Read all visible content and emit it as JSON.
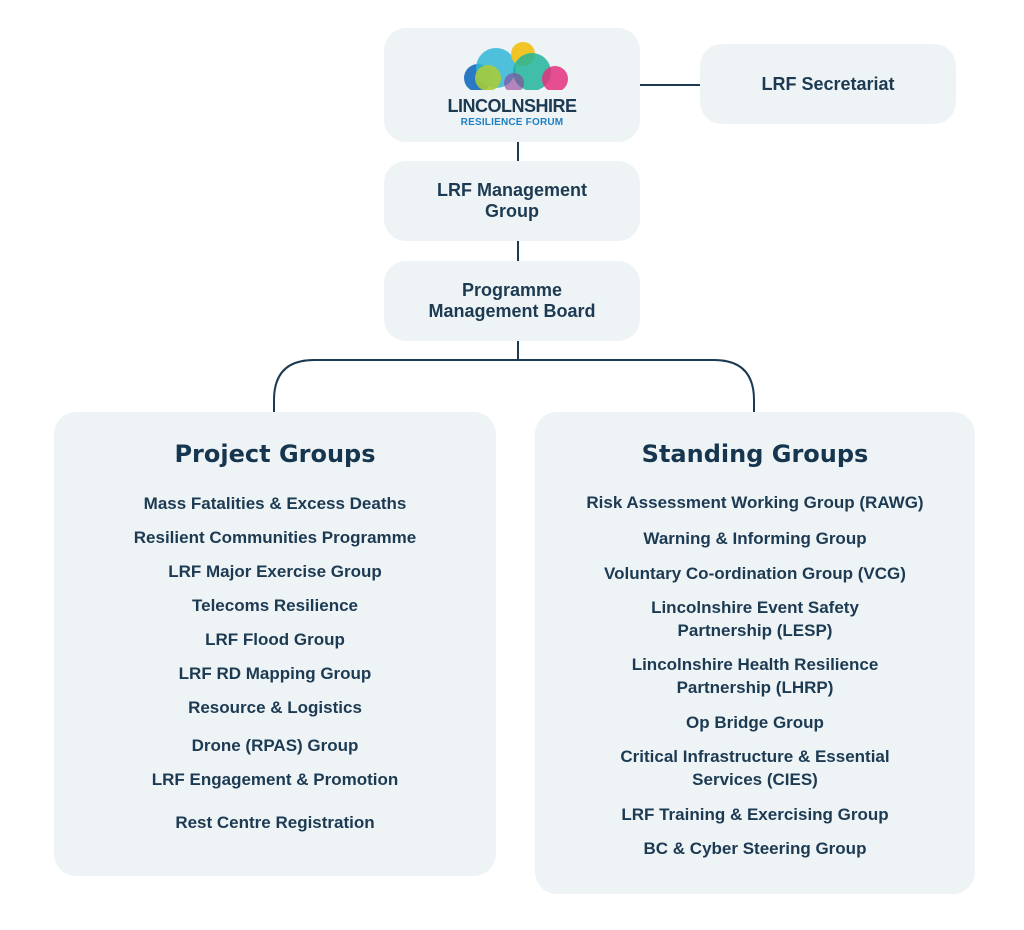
{
  "logo": {
    "line1": "LINCOLNSHIRE",
    "line2": "RESILIENCE FORUM",
    "colors": [
      "#1f72c0",
      "#a7cc3a",
      "#31b6d6",
      "#f1c21b",
      "#22b49b",
      "#e4317c",
      "#8a3d97"
    ]
  },
  "secretariat": {
    "label": "LRF Secretariat"
  },
  "management": {
    "line1": "LRF Management",
    "line2": "Group"
  },
  "programme": {
    "line1": "Programme",
    "line2": "Management Board"
  },
  "project_groups": {
    "title": "Project Groups",
    "items": [
      "Mass Fatalities & Excess Deaths",
      "Resilient Communities Programme",
      "LRF Major Exercise Group",
      "Telecoms Resilience",
      "LRF Flood Group",
      "LRF RD Mapping Group",
      "Resource & Logistics",
      "Drone (RPAS) Group",
      "LRF Engagement & Promotion",
      "Rest Centre Registration"
    ]
  },
  "standing_groups": {
    "title": "Standing Groups",
    "items": [
      [
        "Risk Assessment Working Group (RAWG)"
      ],
      [
        "Warning & Informing Group"
      ],
      [
        "Voluntary Co-ordination Group (VCG)"
      ],
      [
        "Lincolnshire Event Safety",
        "Partnership (LESP)"
      ],
      [
        "Lincolnshire Health Resilience",
        "Partnership (LHRP)"
      ],
      [
        "Op Bridge Group"
      ],
      [
        "Critical Infrastructure & Essential",
        "Services (CIES)"
      ],
      [
        "LRF Training & Exercising Group"
      ],
      [
        "BC & Cyber Steering Group"
      ]
    ]
  },
  "colors": {
    "box_bg": "#eef3f6",
    "text": "#1c3a52",
    "line": "#1c3a52"
  }
}
